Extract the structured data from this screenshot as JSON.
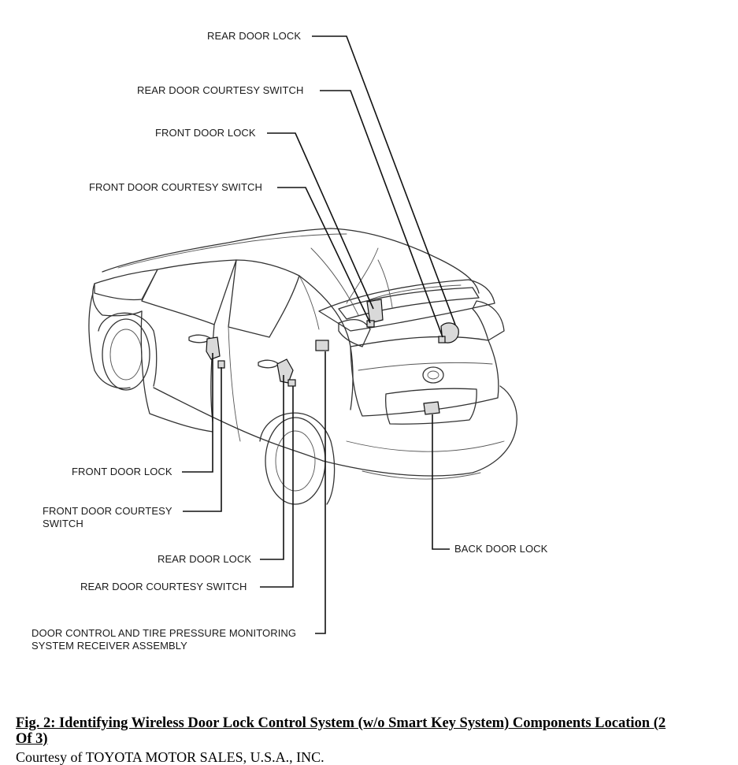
{
  "labels": {
    "top_rear_door_lock": "REAR DOOR LOCK",
    "top_rear_door_courtesy_switch": "REAR DOOR COURTESY SWITCH",
    "top_front_door_lock": "FRONT DOOR LOCK",
    "top_front_door_courtesy_switch": "FRONT DOOR COURTESY SWITCH",
    "front_door_lock": "FRONT DOOR LOCK",
    "front_door_courtesy_switch_line1": "FRONT DOOR COURTESY",
    "front_door_courtesy_switch_line2": "SWITCH",
    "rear_door_lock": "REAR DOOR LOCK",
    "rear_door_courtesy_switch": "REAR DOOR COURTESY SWITCH",
    "door_control_receiver_line1": "DOOR CONTROL AND TIRE PRESSURE MONITORING",
    "door_control_receiver_line2": "SYSTEM RECEIVER ASSEMBLY",
    "back_door_lock": "BACK DOOR LOCK"
  },
  "caption": {
    "line1": "Fig. 2: Identifying Wireless Door Lock Control System (w/o Smart Key System) Components Location (2",
    "line2": "Of 3)"
  },
  "source": "Courtesy of TOYOTA MOTOR SALES, U.S.A., INC."
}
